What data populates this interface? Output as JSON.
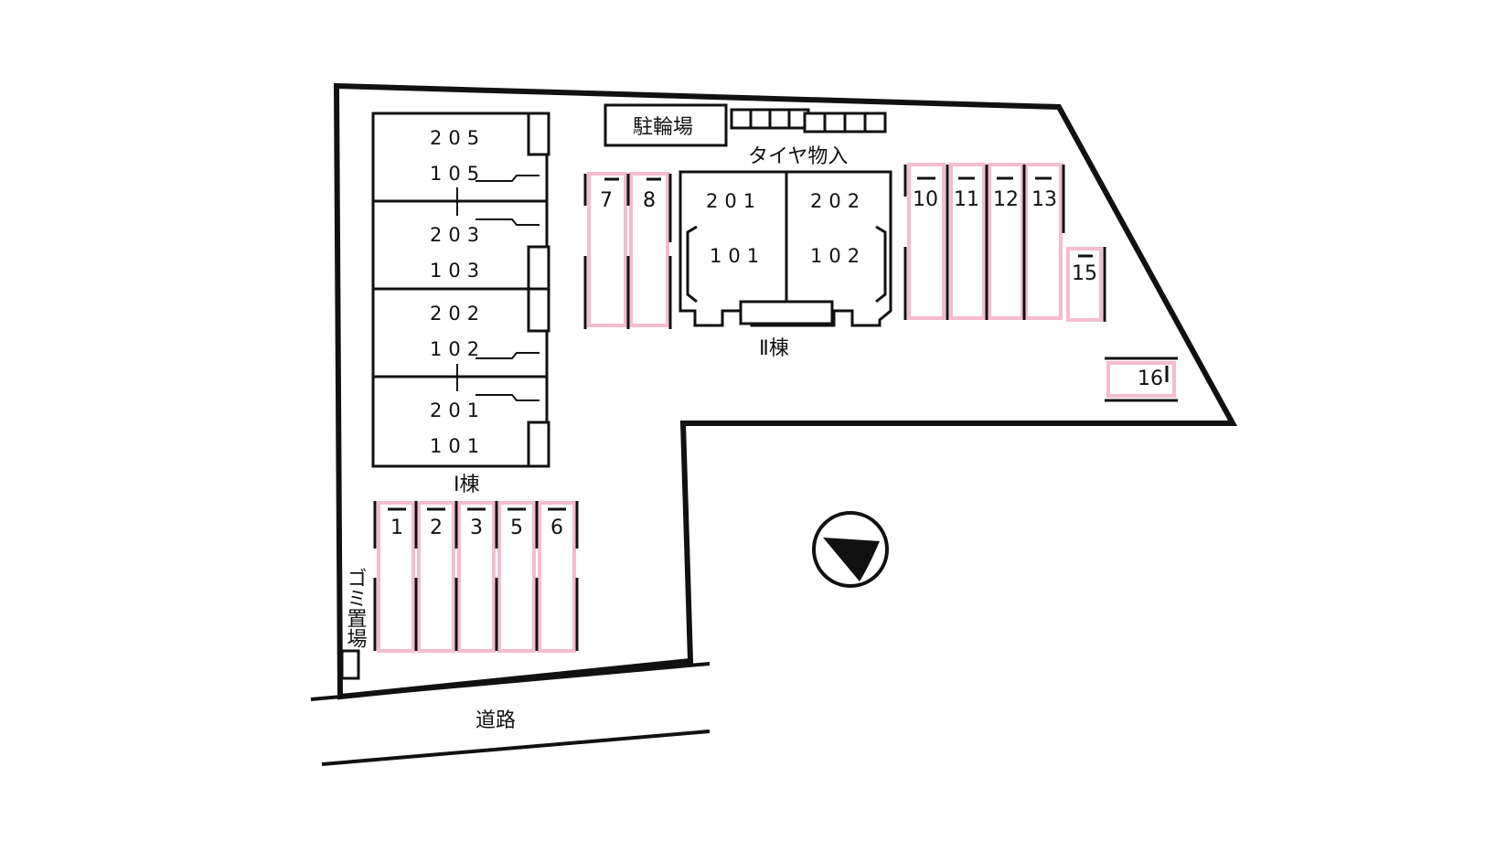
{
  "site": {
    "title": "",
    "road_label": "道路",
    "bicycle_parking_label": "駐輪場",
    "tire_storage_label": "タイヤ物入",
    "garbage_label": "ゴミ置場",
    "compass_icon": "north-arrow-icon"
  },
  "building_1": {
    "label": "Ⅰ棟",
    "units": [
      {
        "upper": "205",
        "lower": "105"
      },
      {
        "upper": "203",
        "lower": "103"
      },
      {
        "upper": "202",
        "lower": "102"
      },
      {
        "upper": "201",
        "lower": "101"
      }
    ]
  },
  "building_2": {
    "label": "Ⅱ棟",
    "units": [
      {
        "upper": "201",
        "lower": "101"
      },
      {
        "upper": "202",
        "lower": "102"
      }
    ]
  },
  "parking": {
    "bottom_row": [
      "1",
      "2",
      "3",
      "5",
      "6"
    ],
    "middle": [
      "7",
      "8"
    ],
    "right_row": [
      "10",
      "11",
      "12",
      "13"
    ],
    "single": [
      "15",
      "16"
    ]
  },
  "colors": {
    "line": "#111111",
    "parking_fill": "#f4bcd0"
  }
}
